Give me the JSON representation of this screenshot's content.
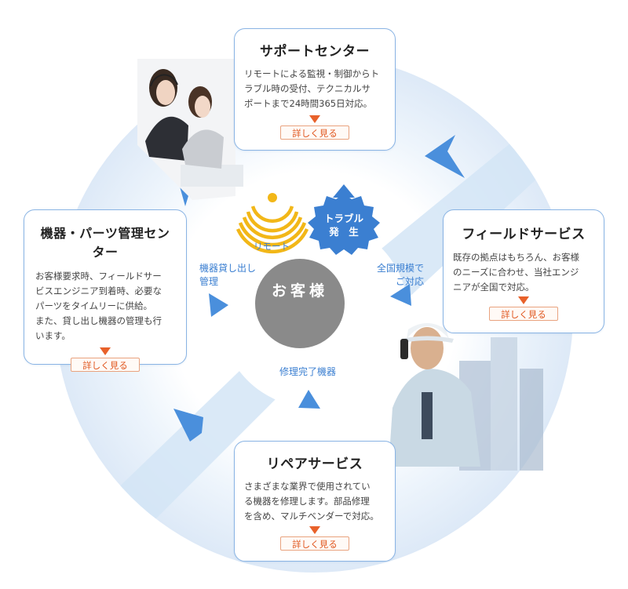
{
  "center": {
    "label": "お客様"
  },
  "support_center": {
    "title": "サポートセンター",
    "description": "リモートによる監視・制御からトラブル時の受付、テクニカルサポートまで24時間365日対応。",
    "lines": [
      "リモートによる監視・制御からト",
      "ラブル時の受付、テクニカルサ",
      "ポートまで24時間365日対応。"
    ],
    "more_label": "詳しく見る"
  },
  "field_service": {
    "title": "フィールドサービス",
    "description": "既存の拠点はもちろん、お客様のニーズに合わせ、当社エンジニアが全国で対応。",
    "lines": [
      "既存の拠点はもちろん、お客様",
      "のニーズに合わせ、当社エンジ",
      "ニアが全国で対応。"
    ],
    "more_label": "詳しく見る"
  },
  "parts_center": {
    "title": "機器・パーツ管理センター",
    "description": "お客様要求時、フィールドサービスエンジニア到着時、必要なパーツをタイムリーに供給。また、貸し出し機器の管理も行います。",
    "lines": [
      "お客様要求時、フィールドサー",
      "ビスエンジニア到着時、必要な",
      "パーツをタイムリーに供給。",
      "また、貸し出し機器の管理も行",
      "います。"
    ],
    "more_label": "詳しく見る"
  },
  "repair_service": {
    "title": "リペアサービス",
    "description": "さまざまな業界で使用されている機器を修理します。部品修理を含め、マルチベンダーで対応。",
    "lines": [
      "さまざまな業界で使用されてい",
      "る機器を修理します。部品修理",
      "を含め、マルチベンダーで対応。"
    ],
    "more_label": "詳しく見る"
  },
  "labels": {
    "remote": "リモート",
    "trouble_line1": "トラブル",
    "trouble_line2": "発　生",
    "lending_line1": "機器貸し出し",
    "lending_line2": "管理",
    "nationwide_line1": "全国規模で",
    "nationwide_line2": "ご対応",
    "repair_done": "修理完了機器"
  },
  "colors": {
    "ring": "#e3eef9",
    "ring_band": "#c9def3",
    "accent_blue": "#4a8fdc",
    "card_border": "#8ab4e4",
    "label_blue": "#3b7fd1",
    "center_gray": "#8a8a8a",
    "orange": "#e8612a",
    "remote_yellow": "#f2b718",
    "trouble_blue": "#3b7fd1"
  },
  "icons": [
    "headset-operator-photo",
    "engineer-phone-photo",
    "flow-arrow-icon",
    "signal-wave-icon",
    "burst-badge-icon",
    "up-arrow-icon"
  ]
}
